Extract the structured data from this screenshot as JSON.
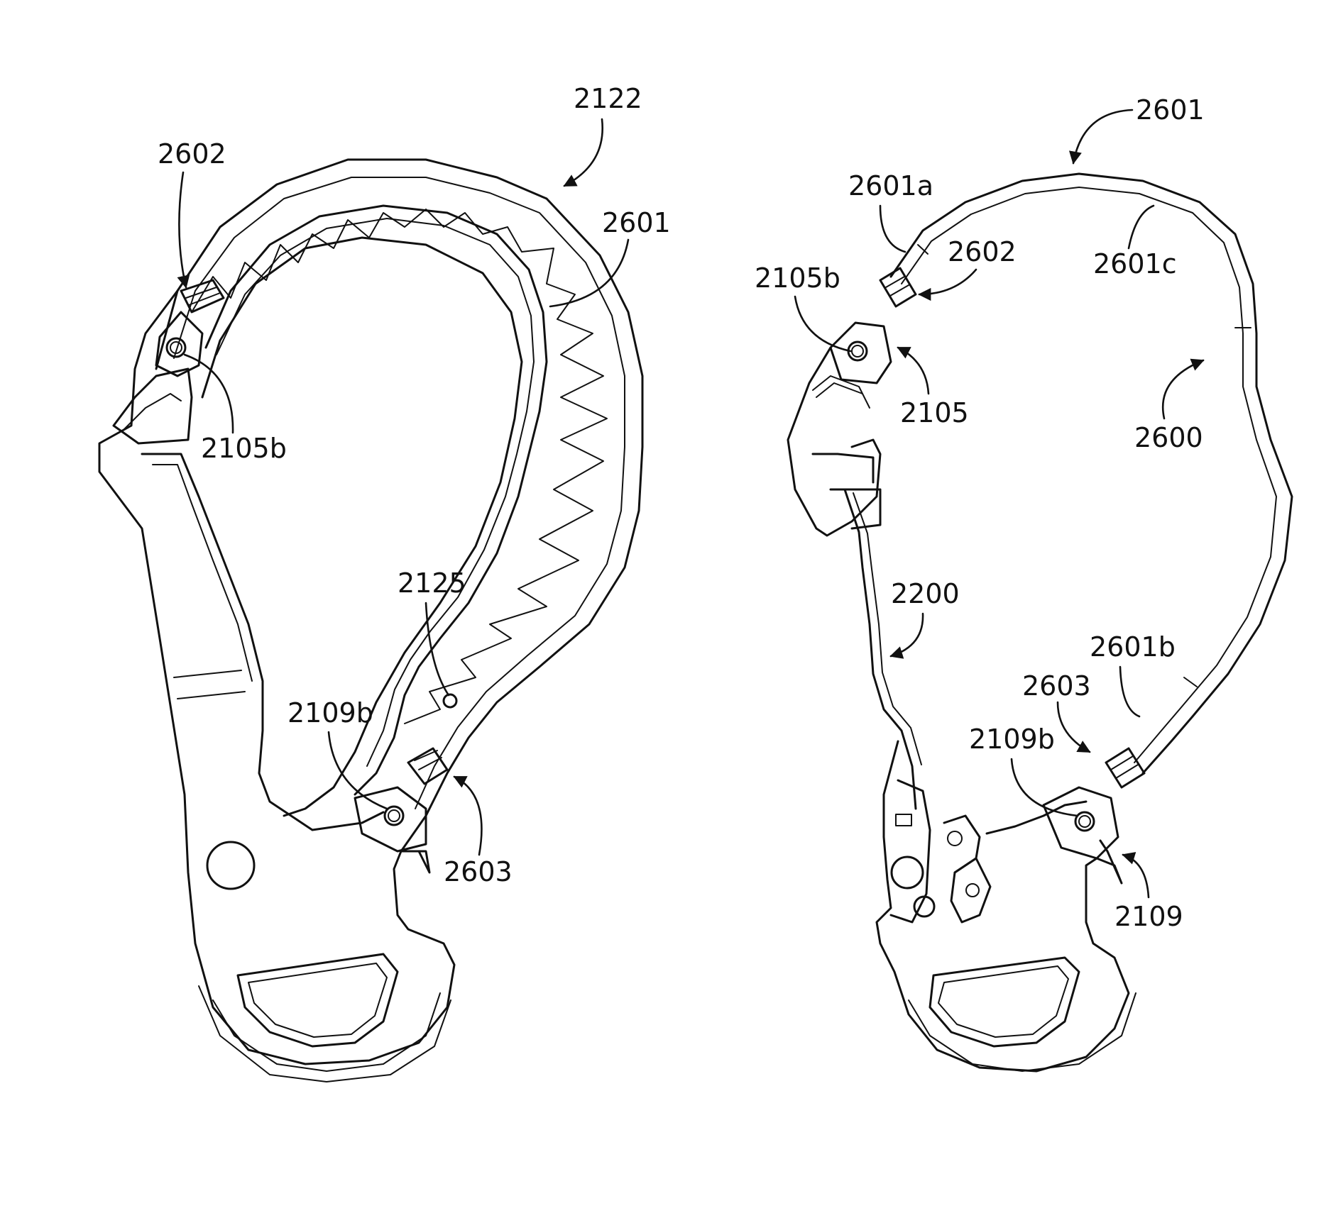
{
  "figure_left": {
    "labels": {
      "l2122": "2122",
      "l2602": "2602",
      "l2601": "2601",
      "l2105b": "2105b",
      "l2125": "2125",
      "l2109b": "2109b",
      "l2603": "2603"
    }
  },
  "figure_right": {
    "labels": {
      "l2601": "2601",
      "l2601a": "2601a",
      "l2602": "2602",
      "l2601c": "2601c",
      "l2105b": "2105b",
      "l2105": "2105",
      "l2600": "2600",
      "l2200": "2200",
      "l2601b": "2601b",
      "l2603": "2603",
      "l2109b": "2109b",
      "l2109": "2109"
    }
  }
}
